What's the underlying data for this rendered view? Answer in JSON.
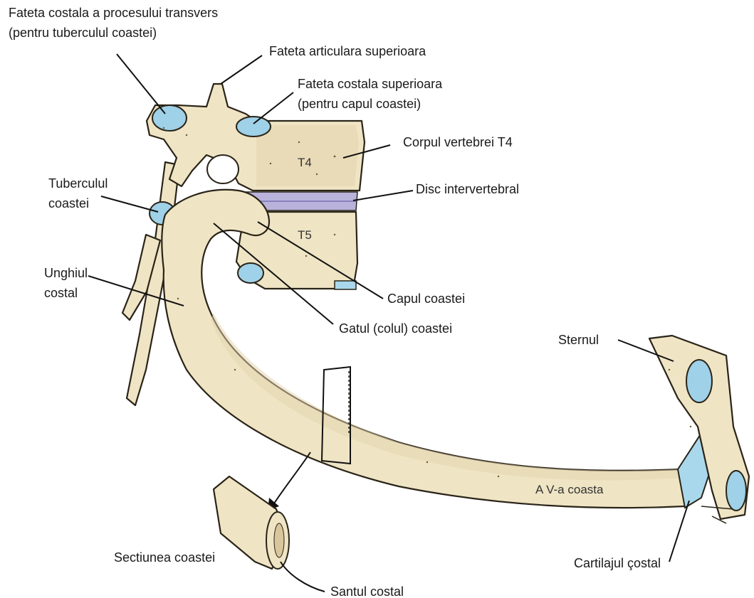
{
  "labels": {
    "fateta_proces_transvers_1": "Fateta costala a procesului transvers",
    "fateta_proces_transvers_2": "(pentru tuberculul coastei)",
    "fateta_articulara_sup": "Fateta articulara superioara",
    "fateta_costala_sup_1": "Fateta costala superioara",
    "fateta_costala_sup_2": "(pentru capul coastei)",
    "corpul_vertebrei": "Corpul vertebrei T4",
    "tuberculul_1": "Tuberculul",
    "tuberculul_2": "coastei",
    "disc": "Disc intervertebral",
    "unghiul_1": "Unghiul",
    "unghiul_2": "costal",
    "capul": "Capul coastei",
    "gatul": "Gatul (colul) coastei",
    "sternul": "Sternul",
    "coasta": "A V-a coasta",
    "sectiunea": "Sectiunea coastei",
    "cartilajul": "Cartilajul çostal",
    "santul": "Santul costal",
    "t4": "T4",
    "t5": "T5"
  },
  "colors": {
    "bone": "#efe4c4",
    "cartilage": "#a9d8ec",
    "disc": "#b9b3dc",
    "outline": "#2a2418"
  }
}
